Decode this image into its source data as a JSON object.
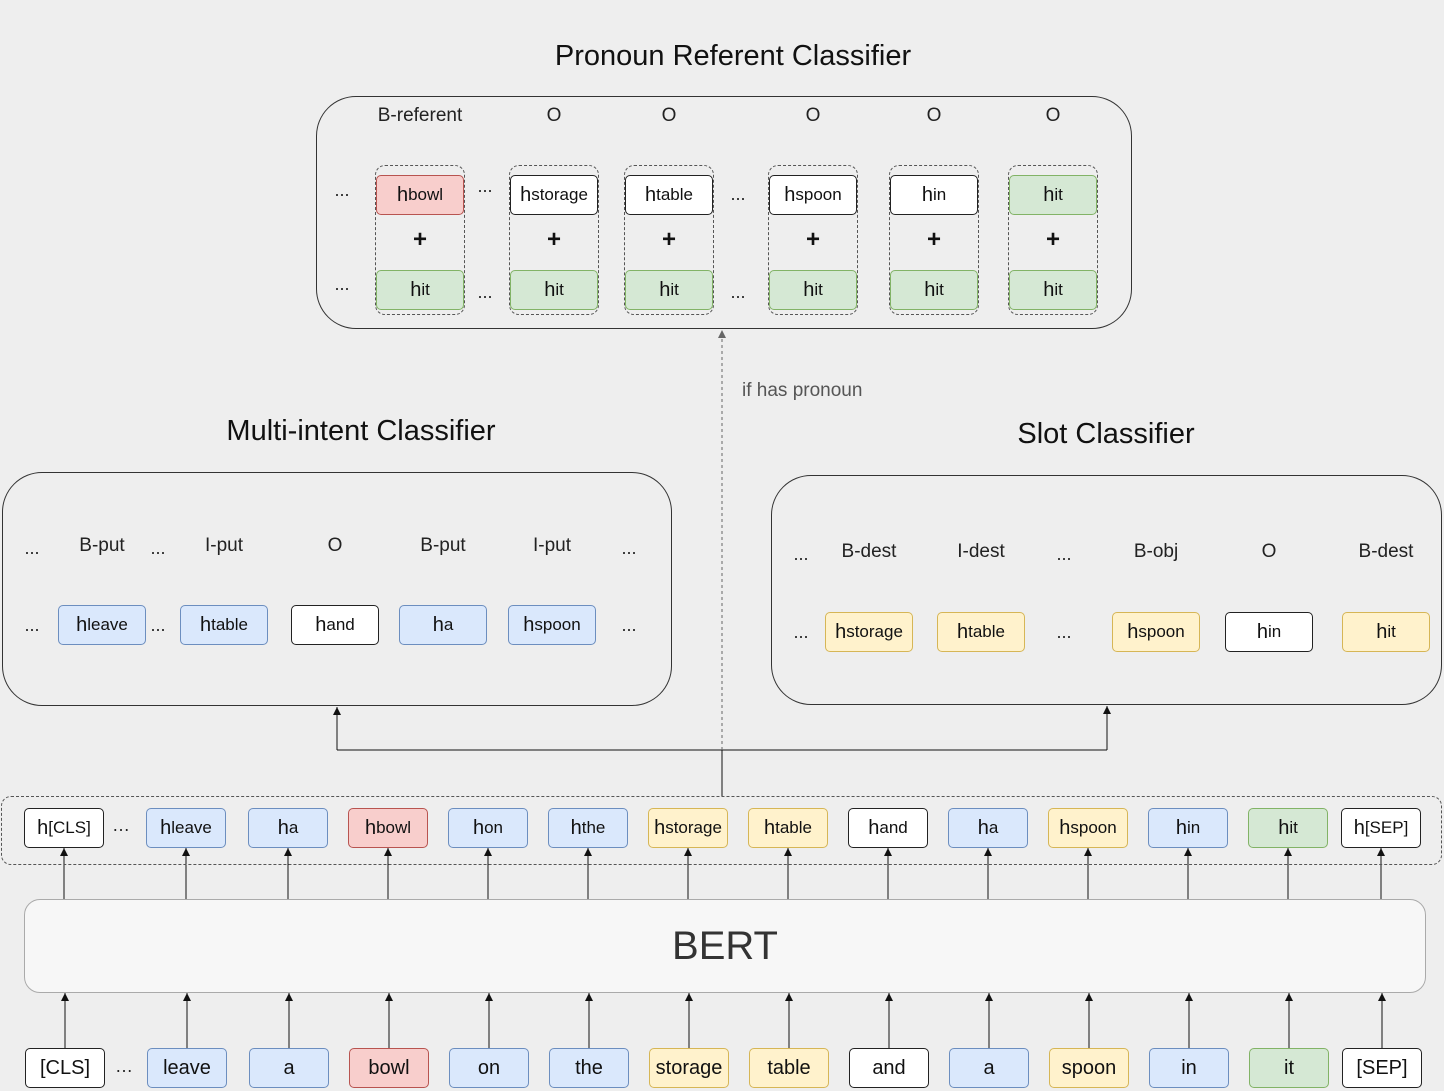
{
  "pronoun": {
    "title": "Pronoun Referent Classifier",
    "condition": "if has pronoun",
    "labels": [
      "B-referent",
      "O",
      "O",
      "O",
      "O",
      "O"
    ],
    "pairs": [
      {
        "top": {
          "base": "h",
          "sub": "bowl",
          "color": "red"
        },
        "bottom": {
          "base": "h",
          "sub": "it",
          "color": "green"
        }
      },
      {
        "top": {
          "base": "h",
          "sub": "storage",
          "color": "white"
        },
        "bottom": {
          "base": "h",
          "sub": "it",
          "color": "green"
        }
      },
      {
        "top": {
          "base": "h",
          "sub": "table",
          "color": "white"
        },
        "bottom": {
          "base": "h",
          "sub": "it",
          "color": "green"
        }
      },
      {
        "top": {
          "base": "h",
          "sub": "spoon",
          "color": "white"
        },
        "bottom": {
          "base": "h",
          "sub": "it",
          "color": "green"
        }
      },
      {
        "top": {
          "base": "h",
          "sub": "in",
          "color": "white"
        },
        "bottom": {
          "base": "h",
          "sub": "it",
          "color": "green"
        }
      },
      {
        "top": {
          "base": "h",
          "sub": "it",
          "color": "green"
        },
        "bottom": {
          "base": "h",
          "sub": "it",
          "color": "green"
        }
      }
    ],
    "plus": "+",
    "ellipsis": "..."
  },
  "intent": {
    "title": "Multi-intent Classifier",
    "labels": [
      "B-put",
      "I-put",
      "O",
      "B-put",
      "I-put"
    ],
    "nodes": [
      {
        "base": "h",
        "sub": "leave",
        "color": "blue"
      },
      {
        "base": "h",
        "sub": "table",
        "color": "blue"
      },
      {
        "base": "h",
        "sub": "and",
        "color": "white"
      },
      {
        "base": "h",
        "sub": "a",
        "color": "blue"
      },
      {
        "base": "h",
        "sub": "spoon",
        "color": "blue"
      }
    ],
    "ellipsis": "..."
  },
  "slot": {
    "title": "Slot Classifier",
    "labels": [
      "B-dest",
      "I-dest",
      "B-obj",
      "O",
      "B-dest"
    ],
    "nodes": [
      {
        "base": "h",
        "sub": "storage",
        "color": "yellow"
      },
      {
        "base": "h",
        "sub": "table",
        "color": "yellow"
      },
      {
        "base": "h",
        "sub": "spoon",
        "color": "yellow"
      },
      {
        "base": "h",
        "sub": "in",
        "color": "white"
      },
      {
        "base": "h",
        "sub": "it",
        "color": "yellow"
      }
    ],
    "ellipsis": "..."
  },
  "bert": {
    "label": "BERT"
  },
  "hidden": {
    "nodes": [
      {
        "base": "h",
        "sub": "[CLS]",
        "color": "white"
      },
      {
        "base": "h",
        "sub": "leave",
        "color": "blue"
      },
      {
        "base": "h",
        "sub": "a",
        "color": "blue"
      },
      {
        "base": "h",
        "sub": "bowl",
        "color": "red"
      },
      {
        "base": "h",
        "sub": "on",
        "color": "blue"
      },
      {
        "base": "h",
        "sub": "the",
        "color": "blue"
      },
      {
        "base": "h",
        "sub": "storage",
        "color": "yellow"
      },
      {
        "base": "h",
        "sub": "table",
        "color": "yellow"
      },
      {
        "base": "h",
        "sub": "and",
        "color": "white"
      },
      {
        "base": "h",
        "sub": "a",
        "color": "blue"
      },
      {
        "base": "h",
        "sub": "spoon",
        "color": "yellow"
      },
      {
        "base": "h",
        "sub": "in",
        "color": "blue"
      },
      {
        "base": "h",
        "sub": "it",
        "color": "green"
      },
      {
        "base": "h",
        "sub": "[SEP]",
        "color": "white"
      }
    ],
    "ellipsis": "…"
  },
  "tokens": {
    "items": [
      {
        "text": "[CLS]",
        "color": "white"
      },
      {
        "text": "leave",
        "color": "blue"
      },
      {
        "text": "a",
        "color": "blue"
      },
      {
        "text": "bowl",
        "color": "red"
      },
      {
        "text": "on",
        "color": "blue"
      },
      {
        "text": "the",
        "color": "blue"
      },
      {
        "text": "storage",
        "color": "yellow"
      },
      {
        "text": "table",
        "color": "yellow"
      },
      {
        "text": "and",
        "color": "white"
      },
      {
        "text": "a",
        "color": "blue"
      },
      {
        "text": "spoon",
        "color": "yellow"
      },
      {
        "text": "in",
        "color": "blue"
      },
      {
        "text": "it",
        "color": "green"
      },
      {
        "text": "[SEP]",
        "color": "white"
      }
    ],
    "ellipsis": "…"
  }
}
